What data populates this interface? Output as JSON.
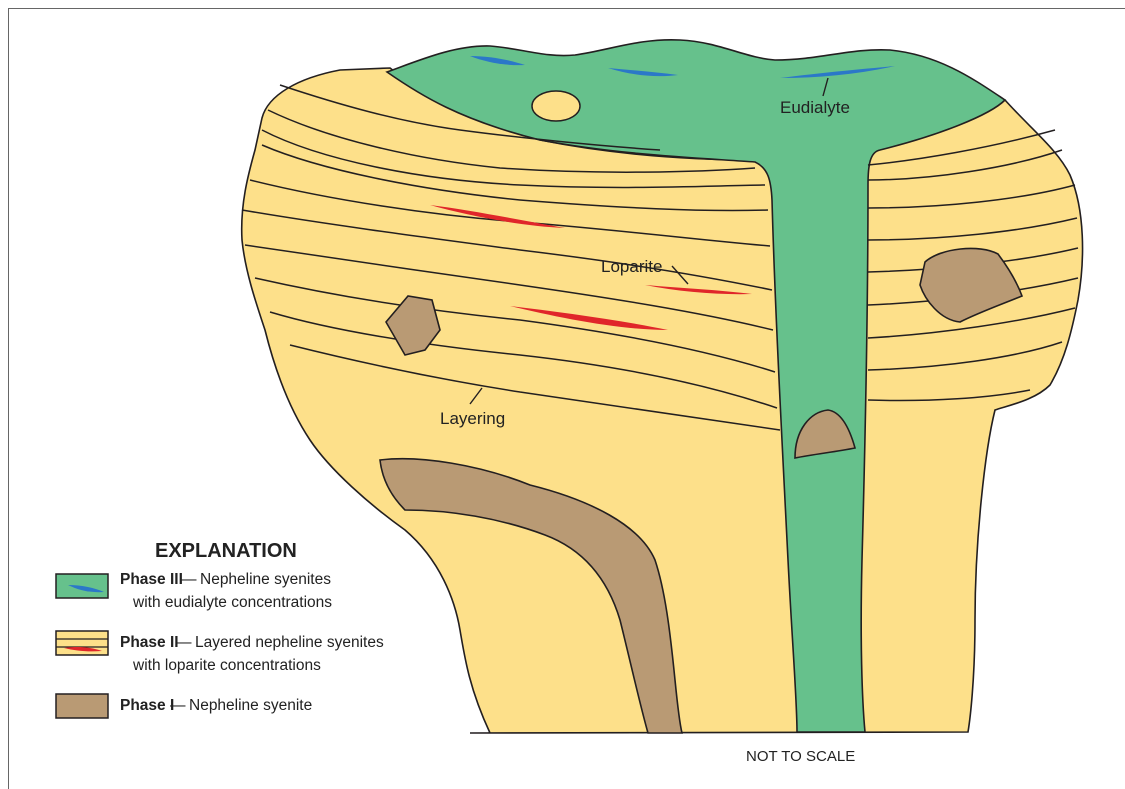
{
  "labels": {
    "eudialyte": "Eudialyte",
    "loparite": "Loparite",
    "layering": "Layering",
    "scale_note": "NOT TO SCALE"
  },
  "legend": {
    "title": "EXPLANATION",
    "items": [
      {
        "phase": "Phase III",
        "dash": "—",
        "line1": "Nepheline syenites",
        "line2": "with eudialyte concentrations"
      },
      {
        "phase": "Phase II",
        "dash": "—",
        "line1": "Layered nepheline syenites",
        "line2": "with loparite concentrations"
      },
      {
        "phase": "Phase I",
        "dash": "—",
        "line1": "Nepheline syenite",
        "line2": ""
      }
    ]
  },
  "colors": {
    "phase3_green": "#66c18c",
    "phase2_yellow": "#fde08a",
    "phase1_brown": "#b99a74",
    "eudialyte_blue": "#2b78c8",
    "loparite_red": "#e0262a",
    "line": "#231f20"
  }
}
